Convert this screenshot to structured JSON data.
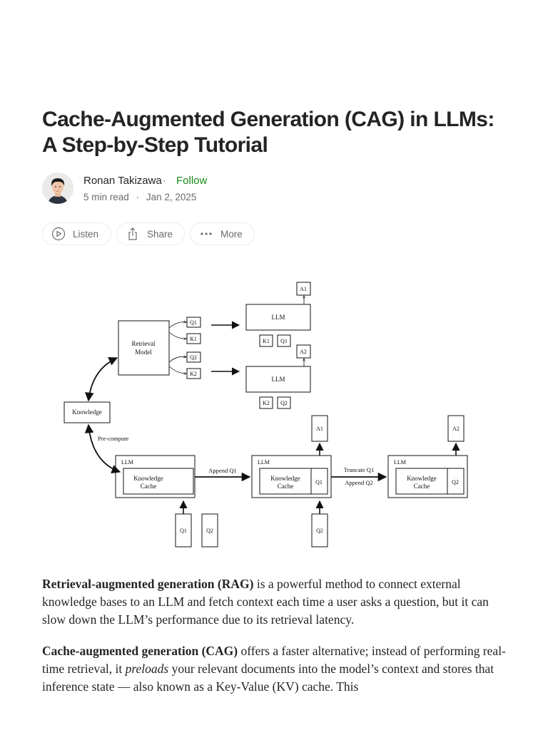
{
  "article": {
    "title": "Cache-Augmented Generation (CAG) in LLMs: A Step-by-Step Tutorial",
    "author": "Ronan Takizawa",
    "separator": "·",
    "follow": "Follow",
    "read_time": "5 min read",
    "date": "Jan 2, 2025"
  },
  "actions": {
    "listen": "Listen",
    "share": "Share",
    "more": "More"
  },
  "figure": {
    "retrieval_model_line1": "Retrieval",
    "retrieval_model_line2": "Model",
    "knowledge": "Knowledge",
    "pre_compute": "Pre-compute",
    "llm": "LLM",
    "q1": "Q1",
    "k1": "K1",
    "q2": "Q2",
    "k2": "K2",
    "a1": "A1",
    "a2": "A2",
    "knowledge_cache_line1": "Knowledge",
    "knowledge_cache_line2": "Cache",
    "append_q1": "Append Q1",
    "truncate_q1": "Truncate Q1",
    "append_q2": "Append Q2"
  },
  "paragraph1": {
    "bold": "Retrieval-augmented generation (RAG)",
    "rest": " is a powerful method to connect external knowledge bases to an LLM and fetch context each time a user asks a question, but it can slow down the LLM’s performance due to its retrieval latency."
  },
  "paragraph2": {
    "bold": "Cache-augmented generation (CAG)",
    "text1": " offers a faster alternative; instead of performing real-time retrieval, it ",
    "italic": "preloads",
    "text2": " your relevant documents into the model’s context and stores that inference state — also known as a Key-Value (KV) cache. This"
  },
  "colors": {
    "text": "#242424",
    "muted": "#6b6b6b",
    "follow": "#1a8917",
    "border": "#ececec"
  }
}
